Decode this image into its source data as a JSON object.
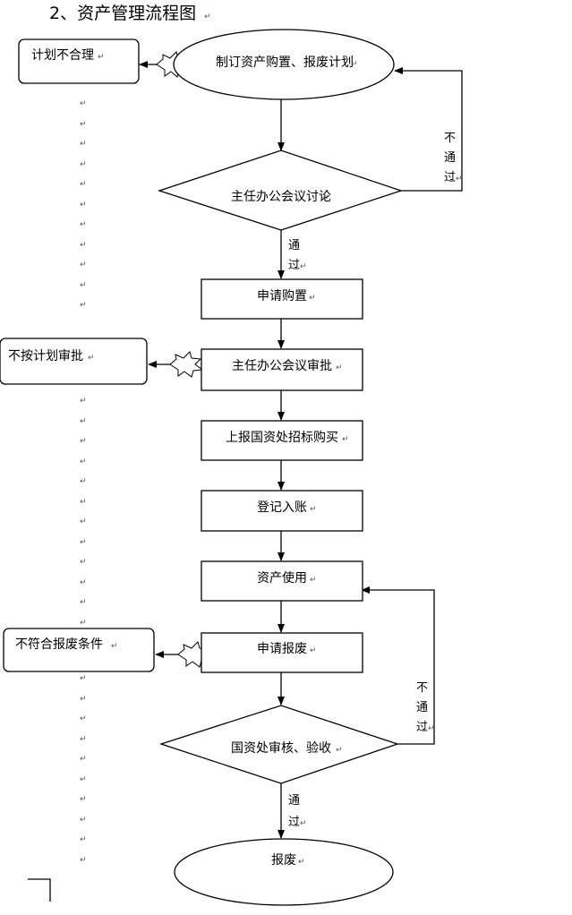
{
  "title": "2、资产管理流程图",
  "para_mark": "↵",
  "nodes": {
    "plan": "制订资产购置、报废计划",
    "meeting_discuss": "主任办公会议讨论",
    "apply_purchase": "申请购置",
    "meeting_approve": "主任办公会议审批",
    "report_tender": "上报国资处招标购买",
    "register": "登记入账",
    "asset_use": "资产使用",
    "apply_scrap": "申请报废",
    "audit": "国资处审核、验收",
    "scrap": "报废"
  },
  "side": {
    "plan_unreasonable": "计划不合理",
    "not_per_plan": "不按计划审批",
    "not_meet_scrap": "不符合报废条件"
  },
  "edges": {
    "pass_1": [
      "通",
      "过"
    ],
    "reject_1": [
      "不",
      "通",
      "过"
    ],
    "pass_2": [
      "通",
      "过"
    ],
    "reject_2": [
      "不",
      "通",
      "过"
    ]
  }
}
